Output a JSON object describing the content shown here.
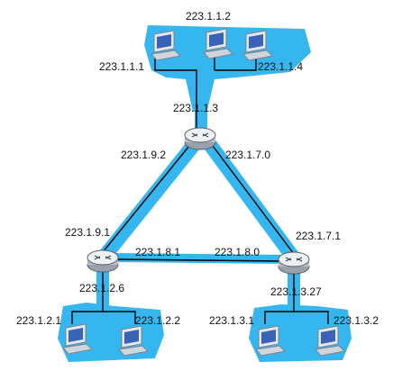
{
  "colors": {
    "subnet": "#36b6ee",
    "router_body": "#dfe3e8",
    "router_edge": "#5a6068",
    "wire": "#000000",
    "monitor_frame": "#9aa3ad",
    "monitor_screen": "#3b63b5"
  },
  "routers": [
    {
      "id": "top",
      "icon": "router-icon"
    },
    {
      "id": "left",
      "icon": "router-icon"
    },
    {
      "id": "right",
      "icon": "router-icon"
    }
  ],
  "hosts": [
    {
      "id": "h1",
      "icon": "computer-icon",
      "subnet": "223.1.1"
    },
    {
      "id": "h2",
      "icon": "computer-icon",
      "subnet": "223.1.1"
    },
    {
      "id": "h3",
      "icon": "computer-icon",
      "subnet": "223.1.1"
    },
    {
      "id": "h4",
      "icon": "computer-icon",
      "subnet": "223.1.2"
    },
    {
      "id": "h5",
      "icon": "computer-icon",
      "subnet": "223.1.2"
    },
    {
      "id": "h6",
      "icon": "computer-icon",
      "subnet": "223.1.3"
    },
    {
      "id": "h7",
      "icon": "computer-icon",
      "subnet": "223.1.3"
    }
  ],
  "labels": {
    "h_1_2": "223.1.1.2",
    "h_1_1": "223.1.1.1",
    "h_1_4": "223.1.1.4",
    "r_1_3": "223.1.1.3",
    "r_9_2": "223.1.9.2",
    "r_7_0": "223.1.7.0",
    "r_9_1": "223.1.9.1",
    "r_7_1": "223.1.7.1",
    "r_8_1": "223.1.8.1",
    "r_8_0": "223.1.8.0",
    "r_2_6": "223.1.2.6",
    "r_3_27": "223.1.3.27",
    "h_2_1": "223.1.2.1",
    "h_2_2": "223.1.2.2",
    "h_3_1": "223.1.3.1",
    "h_3_2": "223.1.3.2"
  }
}
